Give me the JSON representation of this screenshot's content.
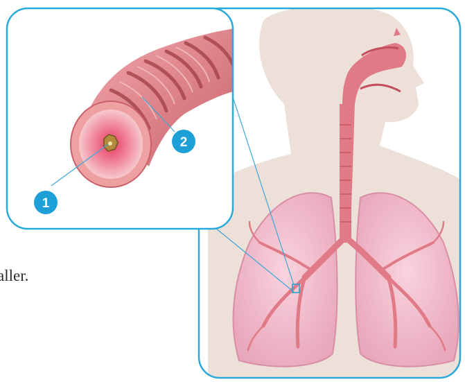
{
  "diagram": {
    "callouts": [
      {
        "number": "1"
      },
      {
        "number": "2"
      }
    ],
    "caption_fragment": "aller.",
    "colors": {
      "frame_stroke": "#29a9d9",
      "callout_fill": "#1d9fd8",
      "callout_text": "#ffffff",
      "leader_line": "#3aa7d6",
      "body_skin": "#ecdfd6",
      "airway": "#e07a86",
      "lung": "#f1b9c9",
      "bronchus_tissue": "#e8a09d"
    },
    "icons": {
      "body_illustration": "respiratory-system-icon",
      "bronchus_illustration": "bronchus-cross-section-icon"
    }
  }
}
